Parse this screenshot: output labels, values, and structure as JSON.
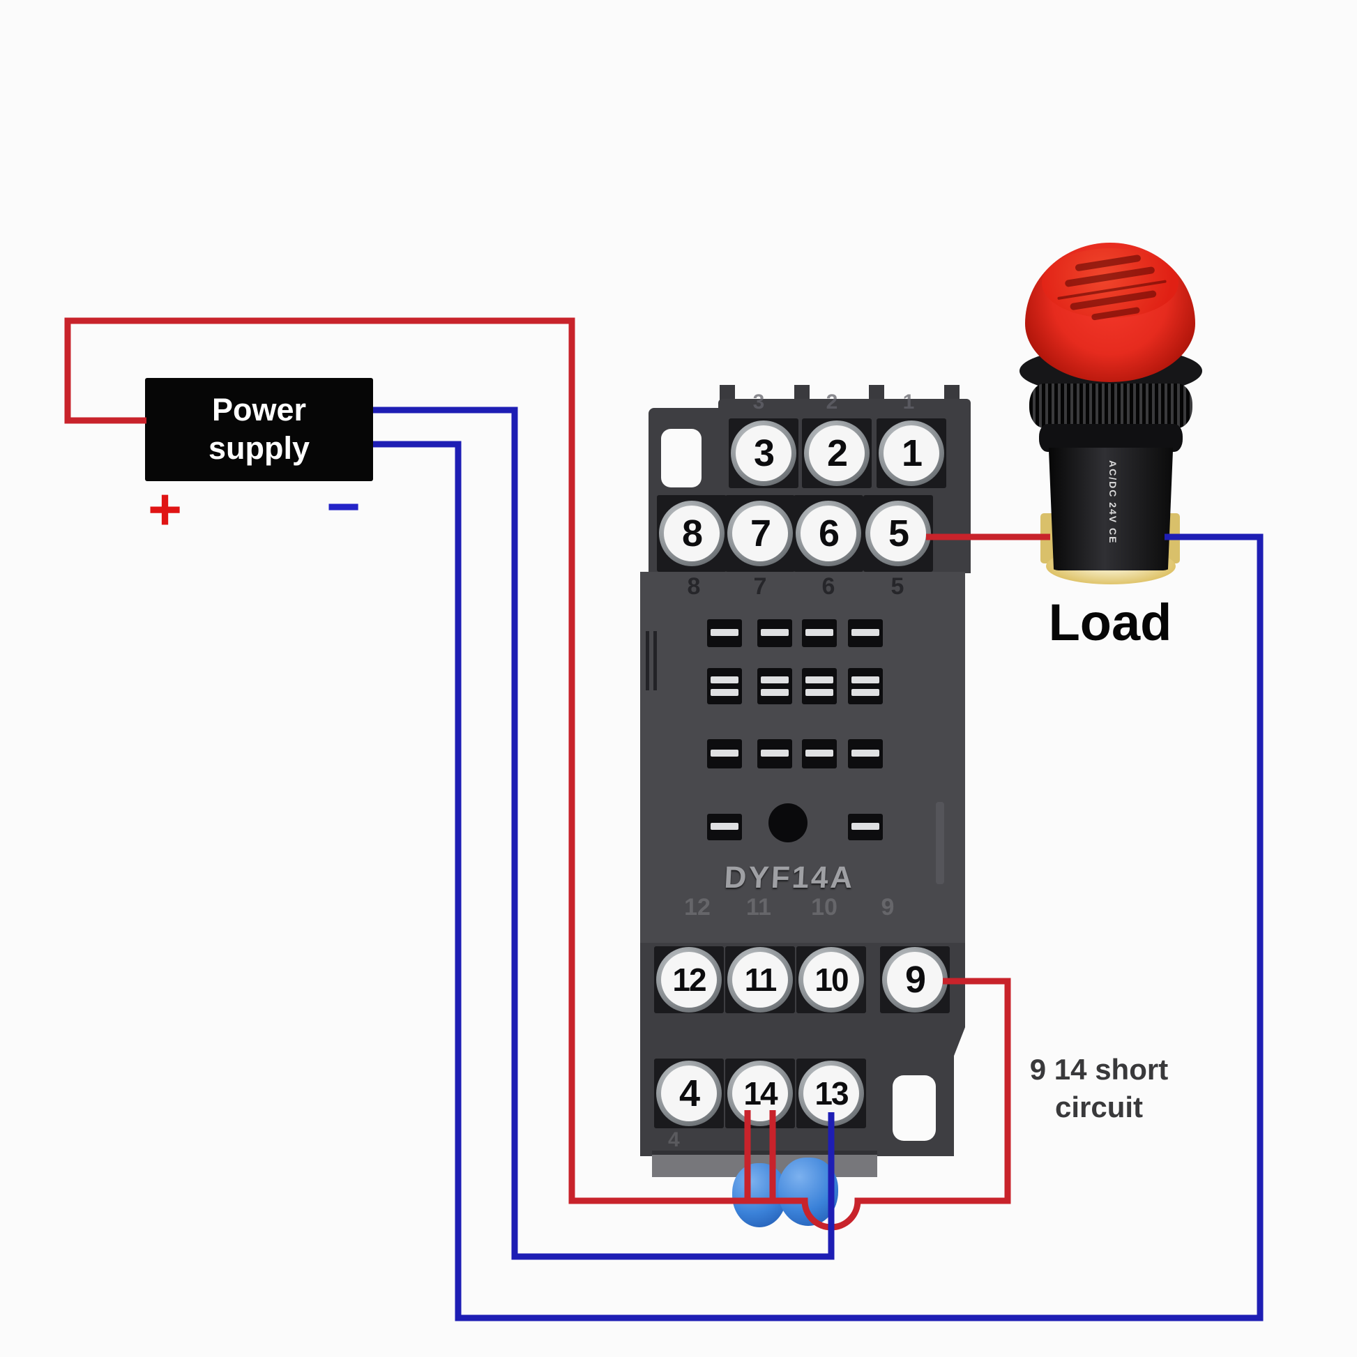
{
  "power_supply": {
    "line1": "Power",
    "line2": "supply",
    "plus_label": "+",
    "minus_label": "−"
  },
  "socket": {
    "model_label": "DYF14A",
    "row_321": [
      "3",
      "2",
      "1"
    ],
    "row_8765": [
      "8",
      "7",
      "6",
      "5"
    ],
    "row_1211109": [
      "12",
      "11",
      "10",
      "9"
    ],
    "row_41413": [
      "4",
      "14",
      "13"
    ],
    "embossed_321": [
      "3",
      "2",
      "1"
    ],
    "embossed_8765": [
      "8",
      "7",
      "6",
      "5"
    ],
    "embossed_1211109": [
      "12",
      "11",
      "10",
      "9"
    ],
    "embossed_4": "4"
  },
  "lamp": {
    "label": "Load",
    "body_text": "AC/DC 24V CE"
  },
  "note": {
    "line1": "9  14 short",
    "line2": "circuit"
  },
  "colors": {
    "wire_red": "#c8232b",
    "wire_blue": "#1e1eb4",
    "psu_bg": "#060606",
    "plus_red": "#e01414",
    "minus_blue": "#2424c8",
    "socket_body": "#49494d",
    "terminal_circle": "#f6f6f6",
    "lens_red": "#e62b1e",
    "clip_blue": "#3b82d9"
  }
}
